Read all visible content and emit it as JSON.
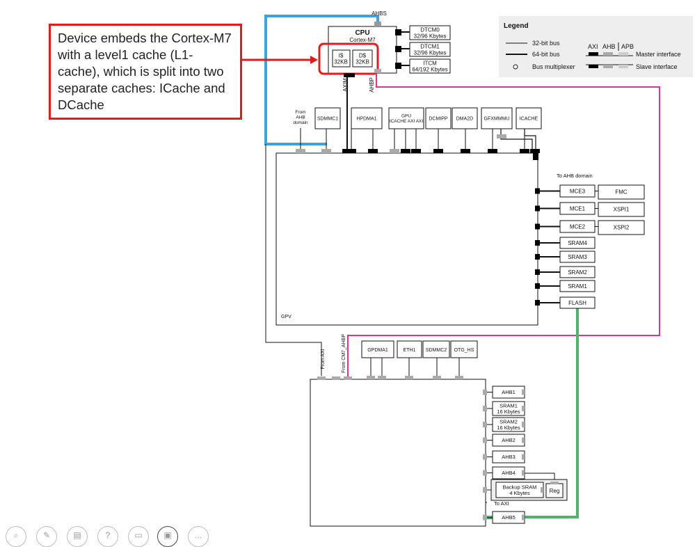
{
  "callout": {
    "text": "Device embeds the Cortex-M7 with a level1 cache (L1-cache), which is split into two separate caches: ICache and DCache"
  },
  "colors": {
    "callout": "#e21b1b",
    "ahbs_bus": "#3aa5dc",
    "ahbp_bus": "#e0338e",
    "flash_bus": "#53b26a",
    "port": "#000000",
    "apb_port": "#bbbbbb"
  },
  "legend": {
    "title": "Legend",
    "bus32": "32-bit bus",
    "bus64": "64-bit bus",
    "mux": "Bus multiplexer",
    "axi": "AXI",
    "ahb": "AHB",
    "apb": "APB",
    "master": "Master interface",
    "slave": "Slave interface"
  },
  "cpu": {
    "title": "CPU",
    "subtitle": "Cortex-M7",
    "ahbs": "AHBS",
    "axim": "AXIM",
    "ahbp": "AHBP",
    "icache": [
      "I$",
      "32KB"
    ],
    "dcache": [
      "D$",
      "32KB"
    ],
    "dtcm0": [
      "DTCM0",
      "32/96 Kbytes"
    ],
    "dtcm1": [
      "DTCM1",
      "32/96 Kbytes"
    ],
    "itcm": [
      "ITCM",
      "64/192 Kbytes"
    ]
  },
  "axi_masters": {
    "from_ahb": [
      "From",
      "AHB",
      "domain"
    ],
    "sdmmc1": "SDMMC1",
    "hpdma1": "HPDMA1",
    "gpu": "GPU",
    "gpu_ports": "ICACHE AXI AXI",
    "dcmipp": "DCMIPP",
    "dma2d": "DMA2D",
    "gfxmmu": "GFXMMMU",
    "icache": "ICACHE"
  },
  "axi_matrix": {
    "gpv": "GPV",
    "to_ahb": "To AHB domain"
  },
  "axi_slaves": [
    {
      "name": "MCE3",
      "target": "FMC"
    },
    {
      "name": "MCE1",
      "target": "XSPI1"
    },
    {
      "name": "MCE2",
      "target": "XSPI2"
    },
    {
      "name": "SRAM4"
    },
    {
      "name": "SRAM3"
    },
    {
      "name": "SRAM2"
    },
    {
      "name": "SRAM1"
    },
    {
      "name": "FLASH"
    }
  ],
  "ahb_masters": {
    "from_axi": "From AXI",
    "from_cm7": "From CM7_AHBP",
    "gpdma1": "GPDMA1",
    "eth1": "ETH1",
    "sdmmc2": "SDMMC2",
    "otg_hs": "OTG_HS"
  },
  "ahb_slaves": [
    {
      "lines": [
        "AHB1"
      ]
    },
    {
      "lines": [
        "SRAM1",
        "16 Kbytes"
      ]
    },
    {
      "lines": [
        "SRAM2",
        "16 Kbytes"
      ]
    },
    {
      "lines": [
        "AHB2"
      ]
    },
    {
      "lines": [
        "AHB3"
      ]
    },
    {
      "lines": [
        "AHB4"
      ]
    },
    {
      "lines": [
        "Backup SRAM",
        "4 Kbytes"
      ]
    },
    {
      "lines": [
        "AHB5"
      ]
    }
  ],
  "reg": "Reg",
  "to_axi": "To AXI",
  "toolbar_icons": [
    "zoom-icon",
    "pen-icon",
    "pages-icon",
    "help-icon",
    "comment-icon",
    "screen-icon",
    "more-icon"
  ]
}
